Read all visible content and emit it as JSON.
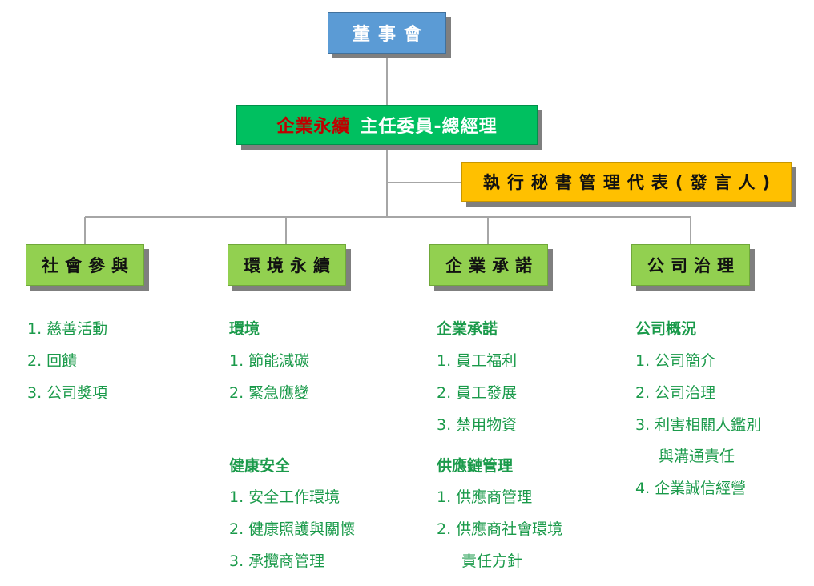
{
  "org": {
    "board": "董事會",
    "chair_prefix": "企業永續",
    "chair_title": "主任委員-總經理",
    "secretary": "執行秘書管理代表(發言人)",
    "departments": [
      "社會參與",
      "環境永續",
      "企業承諾",
      "公司治理"
    ]
  },
  "social": {
    "items": [
      "1.  慈善活動",
      "2.  回饋",
      "3.  公司獎項"
    ]
  },
  "environment": {
    "heading1": "環境",
    "items1": [
      "1.  節能減碳",
      "2.  緊急應變"
    ],
    "heading2": "健康安全",
    "items2": [
      "1.  安全工作環境",
      "2.  健康照護與關懷",
      "3.  承攬商管理"
    ]
  },
  "commitment": {
    "heading1": "企業承諾",
    "items1": [
      "1.  員工福利",
      "2.  員工發展",
      "3.  禁用物資"
    ],
    "heading2": "供應鏈管理",
    "items2": [
      "1.  供應商管理",
      "2.  供應商社會環境",
      "責任方針"
    ]
  },
  "governance": {
    "heading1": "公司概況",
    "items1": [
      "1.  公司簡介",
      "2.  公司治理",
      "3.  利害相關人鑑別",
      "與溝通責任",
      "4.  企業誠信經營"
    ]
  },
  "colors": {
    "board": "#5b9bd5",
    "chair": "#00c060",
    "chair_prefix": "#c00000",
    "secretary": "#ffc000",
    "department": "#92d050",
    "list_text": "#1a9a4a",
    "connector": "#a6a6a6"
  }
}
